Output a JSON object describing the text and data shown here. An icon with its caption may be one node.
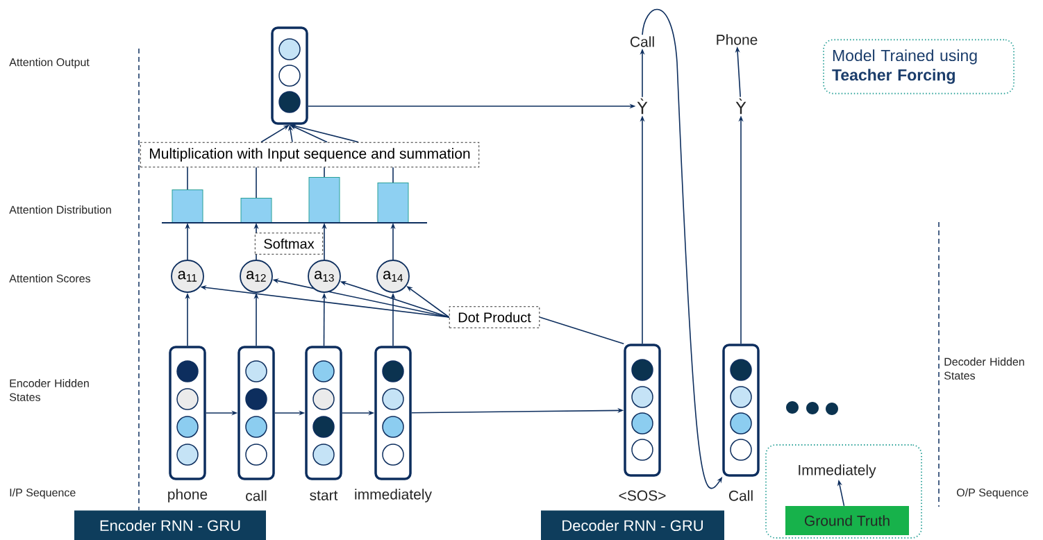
{
  "diagram": {
    "nodes": [
      {
        "text": [],
        "shape": "box"
      },
      {
        "text": [
          "Multiplication with Input sequence and summation"
        ]
      },
      {
        "text": [],
        "shape": "bar"
      },
      {
        "text": [],
        "shape": "bar"
      },
      {
        "text": [],
        "shape": "bar"
      },
      {
        "text": [],
        "shape": "bar"
      },
      {
        "text": [
          "Softmax"
        ]
      },
      {
        "text": [
          "a$_{11}$"
        ]
      },
      {
        "text": [
          "a$_{12}$"
        ]
      },
      {
        "text": [
          "a$_{13}$"
        ]
      },
      {
        "text": [
          "a$_{14}$"
        ]
      },
      {
        "text": [
          "Dot Product"
        ]
      },
      {
        "text": [],
        "shape": "box",
        "beside": [
          "phone"
        ]
      },
      {
        "text": [],
        "shape": "box",
        "beside": [
          "call"
        ]
      },
      {
        "text": [],
        "shape": "box",
        "beside": [
          "start"
        ]
      },
      {
        "text": [],
        "shape": "box",
        "beside": [
          "immediately"
        ]
      },
      {
        "text": [],
        "shape": "box",
        "beside": [
          "<SOS>"
        ]
      },
      {
        "text": [],
        "shape": "box",
        "beside": [
          "Call"
        ]
      },
      {
        "text": [
          "Ỳ"
        ]
      },
      {
        "text": [
          "Ỳ"
        ]
      },
      {
        "text": [
          "Call"
        ]
      },
      {
        "text": [
          "Phone"
        ]
      },
      {
        "text": [
          "Model Trained using **Teacher Forcing**"
        ]
      },
      {
        "text": [],
        "shape": "box"
      },
      {
        "text": [
          "Immediately"
        ],
        "in": 23
      },
      {
        "text": [
          "Ground Truth"
        ],
        "in": 23
      },
      {
        "text": [
          "Encoder RNN - GRU"
        ]
      },
      {
        "text": [
          "Decoder RNN - GRU"
        ]
      }
    ],
    "edges": [
      {
        "from": 12,
        "to": 7,
        "arrow": "to"
      },
      {
        "from": 13,
        "to": 8,
        "arrow": "to"
      },
      {
        "from": 14,
        "to": 9,
        "arrow": "to"
      },
      {
        "from": 15,
        "to": 10,
        "arrow": "to"
      },
      {
        "from": 7,
        "to": 2,
        "arrow": "to"
      },
      {
        "from": 8,
        "to": 3,
        "arrow": "to"
      },
      {
        "from": 9,
        "to": 4,
        "arrow": "to"
      },
      {
        "from": 10,
        "to": 5,
        "arrow": "to"
      },
      {
        "from": 2,
        "to": 1,
        "arrow": "none"
      },
      {
        "from": 3,
        "to": 1,
        "arrow": "none"
      },
      {
        "from": 4,
        "to": 1,
        "arrow": "none"
      },
      {
        "from": 5,
        "to": 1,
        "arrow": "none"
      },
      {
        "from": 1,
        "to": 0,
        "arrow": "to"
      },
      {
        "from": 1,
        "to": 0,
        "arrow": "to"
      },
      {
        "from": 1,
        "to": 0,
        "arrow": "to"
      },
      {
        "from": 1,
        "to": 0,
        "arrow": "to"
      },
      {
        "from": 16,
        "to": 11,
        "arrow": "none"
      },
      {
        "from": 11,
        "to": 7,
        "arrow": "to"
      },
      {
        "from": 11,
        "to": 8,
        "arrow": "to"
      },
      {
        "from": 11,
        "to": 9,
        "arrow": "to"
      },
      {
        "from": 11,
        "to": 10,
        "arrow": "to"
      },
      {
        "from": 12,
        "to": 13,
        "arrow": "to"
      },
      {
        "from": 13,
        "to": 14,
        "arrow": "to"
      },
      {
        "from": 14,
        "to": 15,
        "arrow": "to"
      },
      {
        "from": 15,
        "to": 16,
        "arrow": "to"
      },
      {
        "from": 0,
        "to": 18,
        "arrow": "to"
      },
      {
        "from": 16,
        "to": 18,
        "arrow": "to"
      },
      {
        "from": 18,
        "to": 20,
        "arrow": "to"
      },
      {
        "from": 17,
        "to": 19,
        "arrow": "to"
      },
      {
        "from": 19,
        "to": 21,
        "arrow": "to"
      },
      {
        "from": 20,
        "to": 17,
        "arrow": "to"
      },
      {
        "from": 25,
        "to": 24,
        "arrow": "to"
      }
    ],
    "labels": [
      "Attention Output",
      "Attention Distribution",
      "Attention Scores",
      "Encoder Hidden States",
      "I/P Sequence",
      "Decoder Hidden States",
      "O/P Sequence"
    ]
  }
}
